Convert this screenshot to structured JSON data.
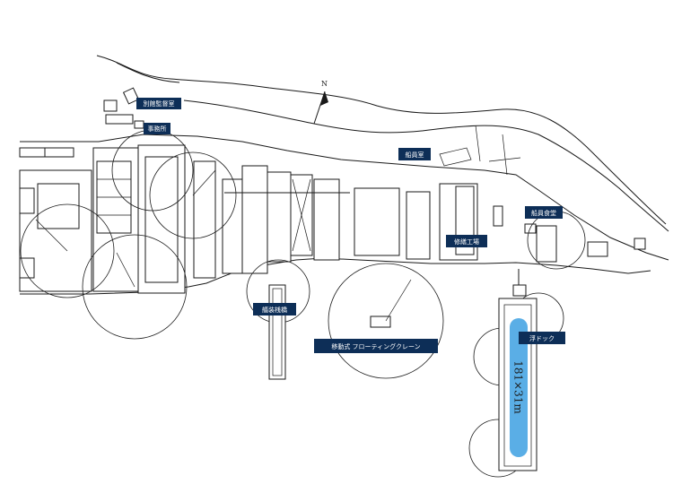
{
  "labels": {
    "annex_inspector_room": "別館監督室",
    "office": "事務所",
    "crew_room": "船員室",
    "crew_dining": "船員食堂",
    "repair_shop": "修繕工場",
    "outfitting_pier": "艤装桟橋",
    "floating_crane": "移動式 フローティングクレーン",
    "floating_dock": "浮ドック",
    "dock_dimensions": "181×31m"
  },
  "compass": {
    "north_label": "N"
  },
  "colors": {
    "label_bg": "#0d2e57",
    "label_text": "#ffffff",
    "dock_highlight": "#5aaee6",
    "line": "#1a1a1a"
  }
}
